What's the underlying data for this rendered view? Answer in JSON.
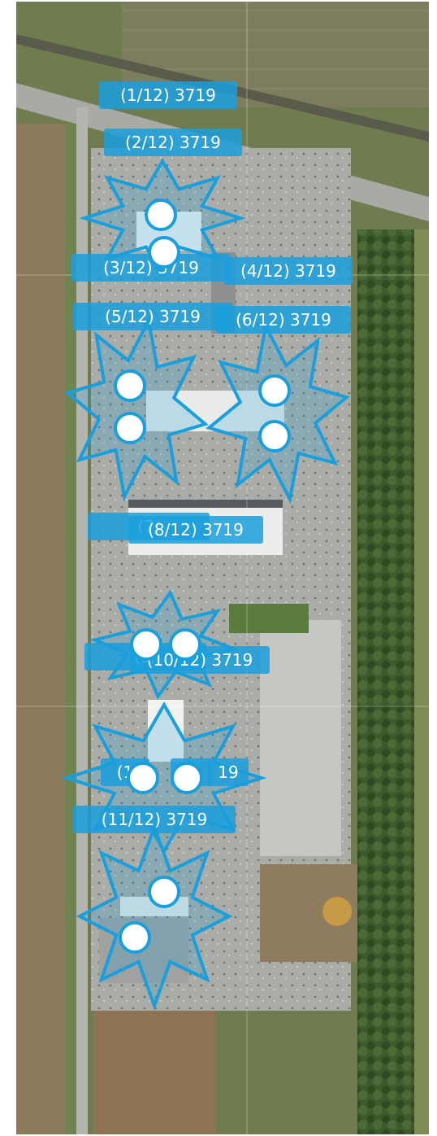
{
  "map": {
    "accent_color": "#1a9fdc",
    "label_fill": "rgba(26,159,220,0.85)",
    "sector_fill": "rgba(26,159,220,0.22)",
    "marker_color": "#ffffff",
    "grid_lines": "on",
    "labels": [
      {
        "text": "(1/12) 3719"
      },
      {
        "text": "(2/12) 3719"
      },
      {
        "text": "(3/12) 3719"
      },
      {
        "text": "(4/12) 3719"
      },
      {
        "text": "(5/12) 3719"
      },
      {
        "text": "(6/12) 3719"
      },
      {
        "text": "(7/"
      },
      {
        "text": "(8/12) 3719"
      },
      {
        "text": "(9/"
      },
      {
        "text": "(10/12) 3719"
      },
      {
        "text": "(1"
      },
      {
        "text": "2"
      },
      {
        "text": "19"
      },
      {
        "text": "(11/12) 3719"
      }
    ],
    "markers": 12
  }
}
